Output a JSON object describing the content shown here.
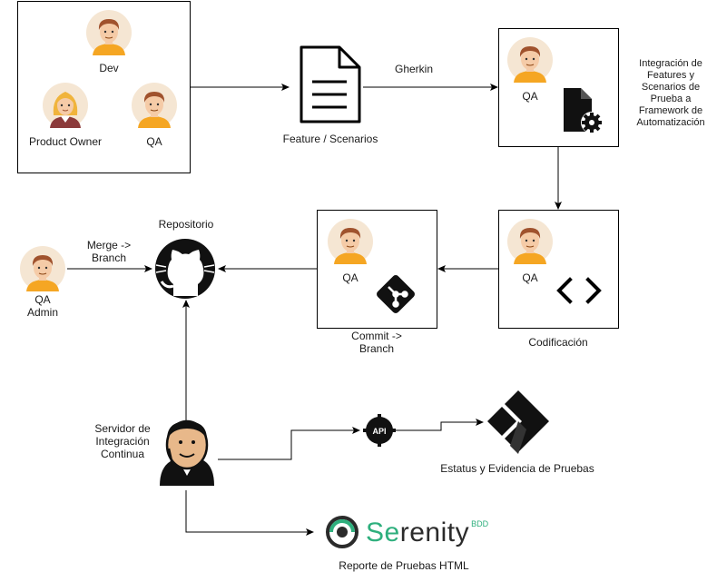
{
  "team": {
    "dev": "Dev",
    "product_owner": "Product Owner",
    "qa": "QA"
  },
  "feature_label": "Feature / Scenarios",
  "gherkin_label": "Gherkin",
  "qa_integration": {
    "role": "QA",
    "description": "Integración de\nFeatures y\nScenarios de\nPrueba a\nFramework de\nAutomatización"
  },
  "codificacion": {
    "role": "QA",
    "label": "Codificación"
  },
  "commit": {
    "role": "QA",
    "label": "Commit ->\nBranch"
  },
  "repositorio_label": "Repositorio",
  "merge_label": "Merge ->\nBranch",
  "qa_admin_label": "QA\nAdmin",
  "ci_server_label": "Servidor de\nIntegración\nContinua",
  "api_label": "API",
  "jira_label": "Estatus y Evidencia de Pruebas",
  "serenity": {
    "logo_word": "Serenity",
    "logo_suffix": "BDD",
    "label": "Reporte de Pruebas HTML"
  },
  "colors": {
    "stroke": "#000000",
    "skin": "#F5CBA7",
    "hair": "#A0522D",
    "shirt": "#F5A623",
    "bg_circle": "#F5E6D3",
    "serenity_green": "#2EAF7D",
    "serenity_dark": "#2b2b2b"
  }
}
